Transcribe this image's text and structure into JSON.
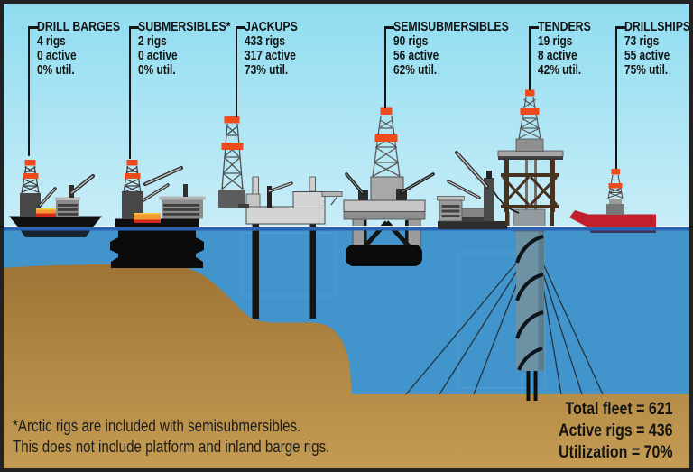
{
  "rig_types": [
    {
      "name": "DRILL BARGES",
      "rigs": "4 rigs",
      "active": "0 active",
      "util": "0% util."
    },
    {
      "name": "SUBMERSIBLES*",
      "rigs": "2 rigs",
      "active": "0 active",
      "util": "0% util."
    },
    {
      "name": "JACKUPS",
      "rigs": "433 rigs",
      "active": "317 active",
      "util": "73% util."
    },
    {
      "name": "SEMISUBMERSIBLES",
      "rigs": "90 rigs",
      "active": "56 active",
      "util": "62% util."
    },
    {
      "name": "TENDERS",
      "rigs": "19 rigs",
      "active": "8 active",
      "util": "42% util."
    },
    {
      "name": "DRILLSHIPS",
      "rigs": "73 rigs",
      "active": "55 active",
      "util": "75% util."
    }
  ],
  "footnote": {
    "line1": "*Arctic rigs are included with semisubmersibles.",
    "line2": "This does not include platform and inland barge rigs."
  },
  "totals": {
    "fleet": "Total fleet = 621",
    "active": "Active rigs = 436",
    "utilization": "Utilization = 70%"
  },
  "colors": {
    "sky-top": "#8edcf0",
    "sky-horizon": "#f6fcfe",
    "water": "#4294cd",
    "waterline": "#2a63b5",
    "seabed-top": "#9d7434",
    "seabed-bottom": "#c59c54",
    "ink": "#141414",
    "derrick-red": "#ee4a1c",
    "cargo-orange": "#f59a2e",
    "cargo-red": "#d42a1e",
    "ship-red": "#c2202c",
    "ship-keel": "#3c3157",
    "truss-brown": "#46321f",
    "column-blue": "#6d92a4"
  }
}
